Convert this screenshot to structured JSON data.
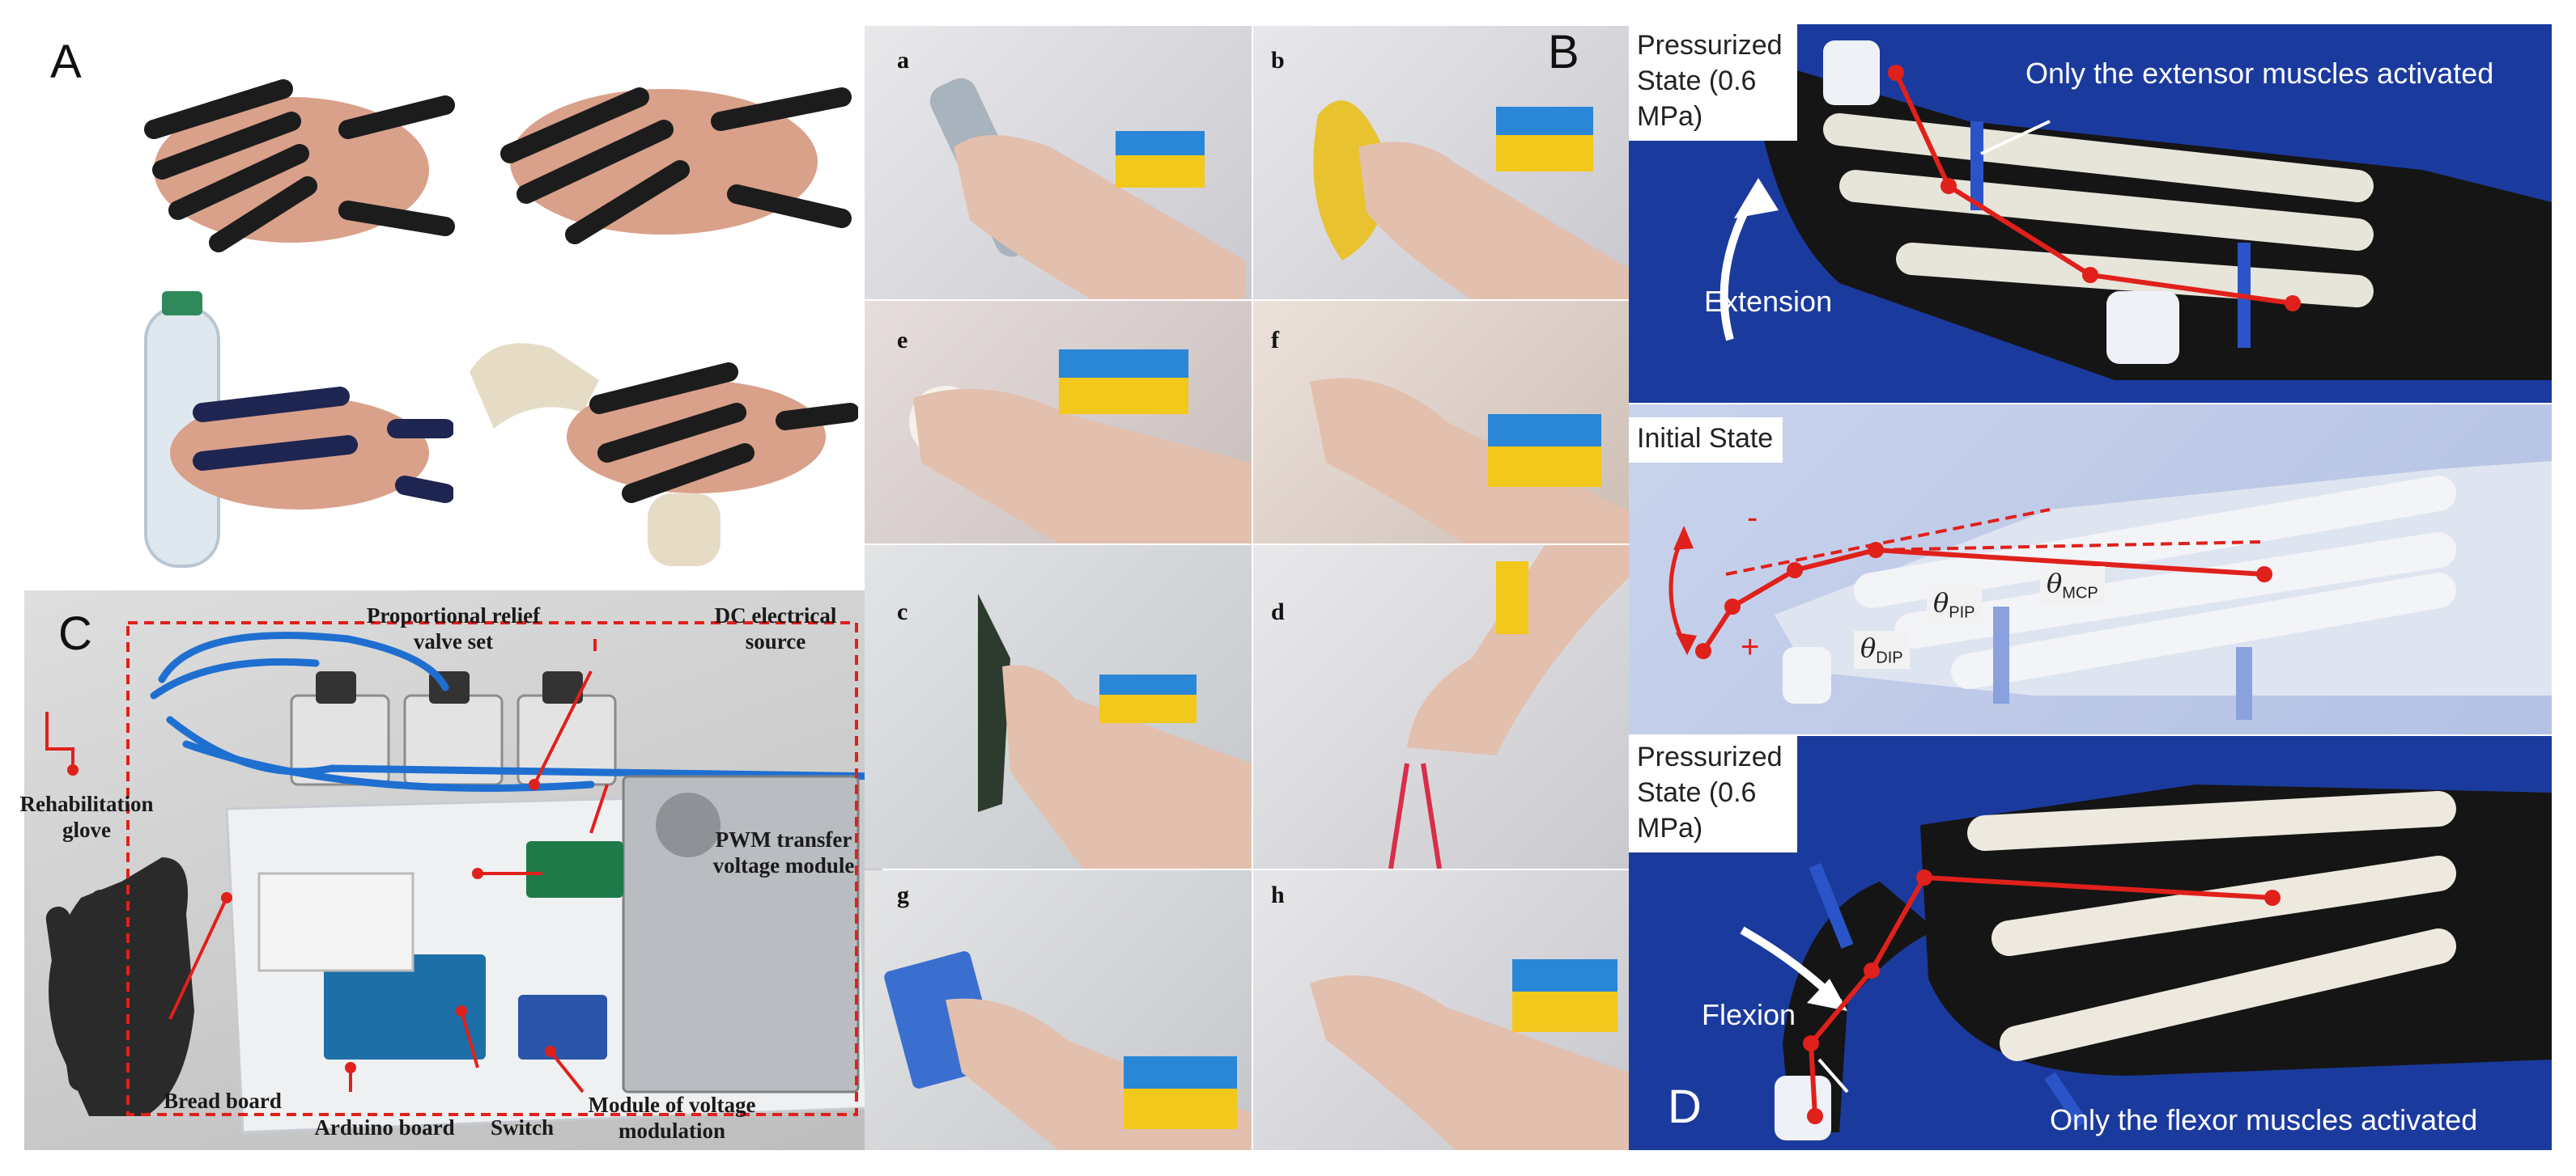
{
  "figure": {
    "panel_letters": {
      "a": "A",
      "b": "B",
      "c": "C",
      "d": "D"
    },
    "panel_b": {
      "sub_letters": [
        "a",
        "b",
        "e",
        "f",
        "c",
        "d",
        "g",
        "h"
      ]
    },
    "panel_c": {
      "labels": {
        "valve": "Proportional relief valve set",
        "dc": "DC electrical source",
        "glove": "Rehabilitation glove",
        "pwm": "PWM transfer voltage module",
        "bread": "Bread board",
        "arduino": "Arduino board",
        "switch": "Switch",
        "modulation": "Module of voltage modulation"
      }
    },
    "panel_d": {
      "top_state": "Pressurized State (0.6 MPa)",
      "top_note": "Only the extensor muscles activated",
      "top_motion": "Extension",
      "mid_state": "Initial State",
      "minus": "-",
      "plus": "+",
      "theta_dip": "DIP",
      "theta_pip": "PIP",
      "theta_mcp": "MCP",
      "bottom_state": "Pressurized State (0.6 MPa)",
      "bottom_motion": "Flexion",
      "bottom_note": "Only the flexor muscles activated"
    }
  },
  "colors": {
    "background": "#ffffff",
    "blue_board": "#1b3a9e",
    "red_annotation": "#e0201b",
    "white_label": "#ffffff"
  }
}
